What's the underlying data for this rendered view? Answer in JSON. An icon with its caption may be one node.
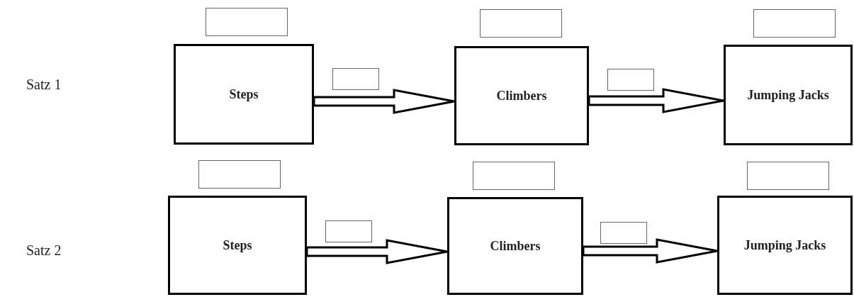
{
  "diagram": {
    "nodes": [
      {
        "text": [],
        "shape": "box"
      },
      {
        "text": [],
        "shape": "box"
      },
      {
        "text": [],
        "shape": "box"
      },
      {
        "text": [
          "Steps"
        ]
      },
      {
        "text": [],
        "shape": "box"
      },
      {
        "text": [
          "Climbers"
        ]
      },
      {
        "text": [],
        "shape": "box"
      },
      {
        "text": [
          "Jumping Jacks"
        ]
      },
      {
        "text": [],
        "shape": "box"
      },
      {
        "text": [],
        "shape": "box"
      },
      {
        "text": [],
        "shape": "box"
      },
      {
        "text": [
          "Steps"
        ]
      },
      {
        "text": [],
        "shape": "box"
      },
      {
        "text": [
          "Climbers"
        ]
      },
      {
        "text": [],
        "shape": "box"
      },
      {
        "text": [
          "Jumping Jacks"
        ]
      }
    ],
    "edges": [
      {
        "from": 3,
        "to": 5,
        "arrow": "to"
      },
      {
        "from": 5,
        "to": 7,
        "arrow": "to"
      },
      {
        "from": 11,
        "to": 13,
        "arrow": "to"
      },
      {
        "from": 13,
        "to": 15,
        "arrow": "to"
      }
    ],
    "labels": [
      "Satz 1",
      "Satz 2"
    ]
  }
}
